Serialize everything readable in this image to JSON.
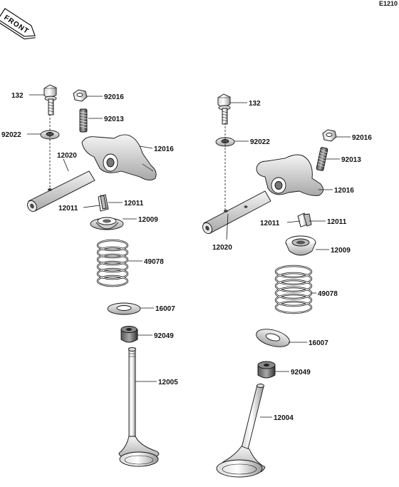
{
  "diagram_code": "E1210",
  "front_label": "FRONT",
  "callouts": {
    "bolt_left": "132",
    "nut_left": "92016",
    "stud_left": "92013",
    "washer_left": "92022",
    "shaft_left": "12020",
    "rocker_left": "12016",
    "keeper_left_a": "12011",
    "keeper_left_b": "12011",
    "retainer_left": "12009",
    "spring_left": "49078",
    "seat_left": "16007",
    "seal_left": "92049",
    "valve_left": "12005",
    "bolt_right": "132",
    "nut_right": "92016",
    "stud_right": "92013",
    "washer_right": "92022",
    "shaft_right": "12020",
    "rocker_right": "12016",
    "keeper_right_a": "12011",
    "keeper_right_b": "12011",
    "retainer_right": "12009",
    "spring_right": "49078",
    "seat_right": "16007",
    "seal_right": "92049",
    "valve_right": "12004"
  }
}
